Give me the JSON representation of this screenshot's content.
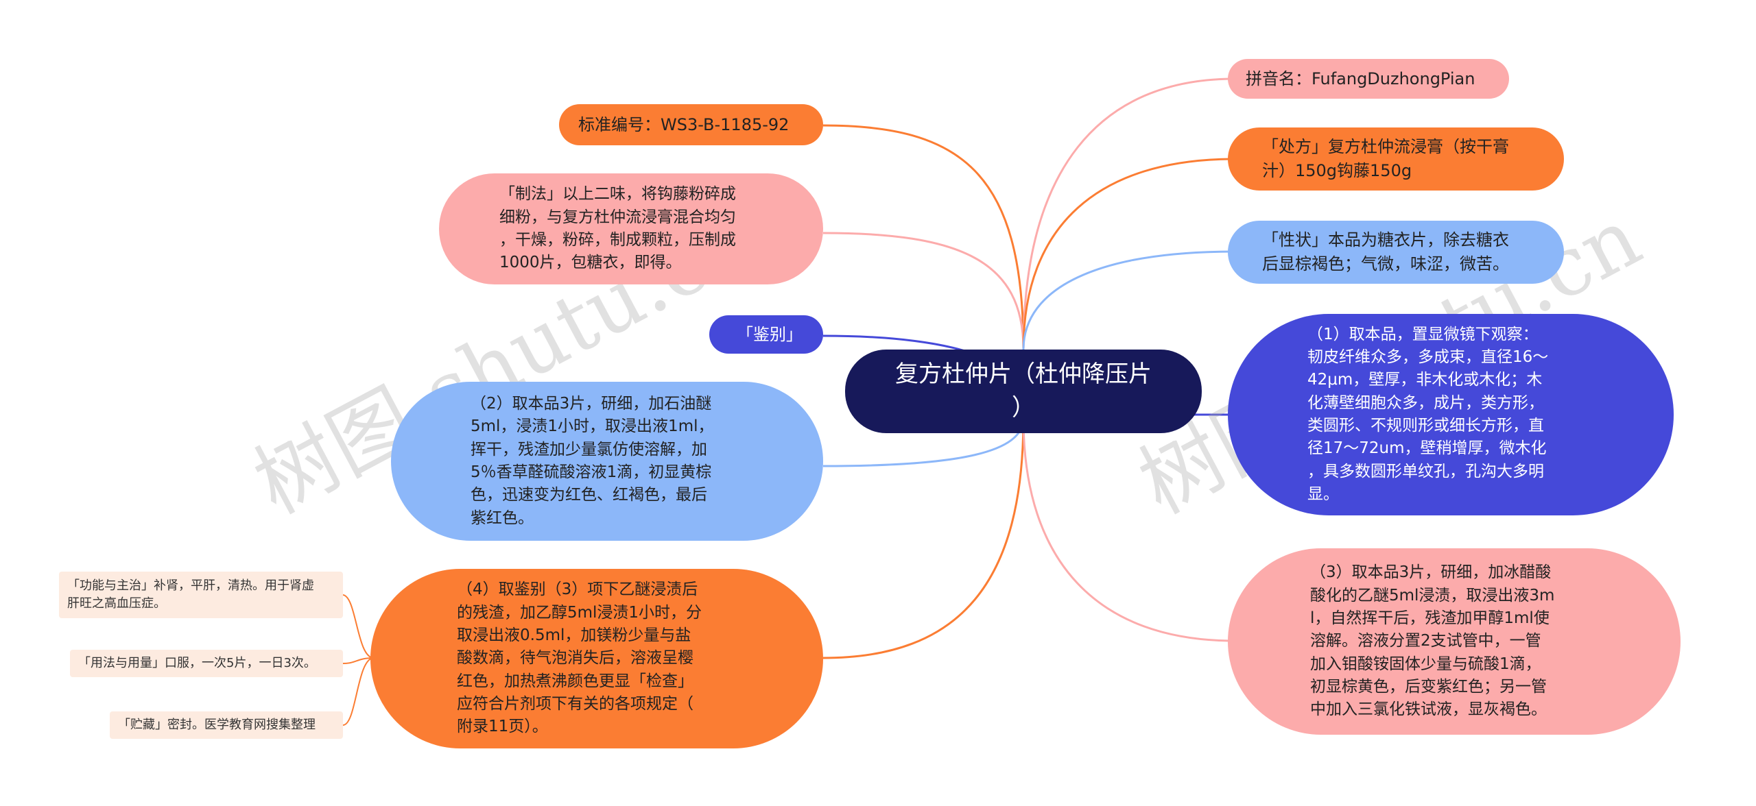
{
  "center": {
    "label": "复方杜仲片（杜仲降压片\n）"
  },
  "nodes": [
    {
      "id": "biaozhun",
      "text": "标准编号：WS3-B-1185-92",
      "color": "#fb7d33"
    },
    {
      "id": "zhifa",
      "text": "「制法」以上二味，将钩藤粉碎成\n细粉，与复方杜仲流浸膏混合均匀\n，干燥，粉碎，制成颗粒，压制成\n1000片，包糖衣，即得。",
      "color": "#fcabab"
    },
    {
      "id": "jianbie",
      "text": "「鉴别」",
      "color": "#4549d9"
    },
    {
      "id": "jianbie2",
      "text": "（2）取本品3片，研细，加石油醚\n5ml，浸渍1小时，取浸出液1ml，\n挥干，残渣加少量氯仿使溶解，加\n5％香草醛硫酸溶液1滴，初显黄棕\n色，迅速变为红色、红褐色，最后\n紫红色。",
      "color": "#8cb7f9"
    },
    {
      "id": "jianbie4",
      "text": "（4）取鉴别（3）项下乙醚浸渍后\n的残渣，加乙醇5ml浸渍1小时，分\n取浸出液0.5ml，加镁粉少量与盐\n酸数滴，待气泡消失后，溶液呈樱\n红色，加热煮沸颜色更显「检查」\n应符合片剂项下有关的各项规定（\n附录11页）。",
      "color": "#fb7d33"
    },
    {
      "id": "gongneng",
      "text": "「功能与主治」补肾，平肝，清热。用于肾虚\n肝旺之高血压症。",
      "color": "#fdebe0"
    },
    {
      "id": "yongfa",
      "text": "「用法与用量」口服，一次5片，一日3次。",
      "color": "#fdebe0"
    },
    {
      "id": "zhucang",
      "text": "「贮藏」密封。医学教育网搜集整理",
      "color": "#fdebe0"
    },
    {
      "id": "pinyin",
      "text": "拼音名：FufangDuzhongPian",
      "color": "#fcabab"
    },
    {
      "id": "chufang",
      "text": "「处方」复方杜仲流浸膏（按干膏\n汁）150g钩藤150g",
      "color": "#fb7d33"
    },
    {
      "id": "xingzhuang",
      "text": "「性状」本品为糖衣片，除去糖衣\n后显棕褐色；气微，味涩，微苦。",
      "color": "#8cb7f9"
    },
    {
      "id": "jianbie1",
      "text": "（1）取本品，置显微镜下观察：\n韧皮纤维众多，多成束，直径16～\n42μm，壁厚，非木化或木化；木\n化薄壁细胞众多，成片，类方形，\n类圆形、不规则形或细长方形，直\n径17～72um，壁稍增厚，微木化\n，具多数圆形单纹孔，孔沟大多明\n显。",
      "color": "#4549d9"
    },
    {
      "id": "jianbie3",
      "text": "（3）取本品3片，研细，加冰醋酸\n酸化的乙醚5ml浸渍，取浸出液3m\nl，自然挥干后，残渣加甲醇1ml使\n溶解。溶液分置2支试管中，一管\n加入钼酸铵固体少量与硫酸1滴，\n初显棕黄色，后变紫红色；另一管\n中加入三氯化铁试液，显灰褐色。",
      "color": "#fcabab"
    }
  ],
  "watermark": "树图 shutu.cn"
}
